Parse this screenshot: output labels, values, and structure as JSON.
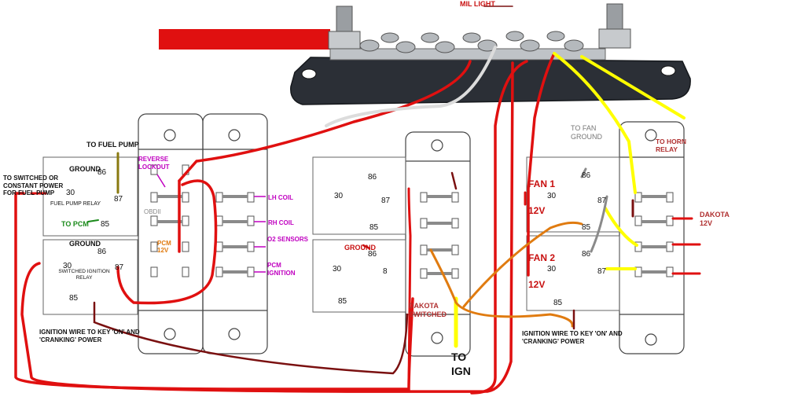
{
  "bus_bar": {
    "label": "MIL LIGHT"
  },
  "left_relays": {
    "to_fuel_pump": "TO FUEL PUMP",
    "fuel_pump_relay": "FUEL PUMP RELAY",
    "switched_ignition_relay": "SWITCHED IGNITION RELAY",
    "ground_1": "GROUND",
    "ground_2": "GROUND",
    "pin_86": "86",
    "pin_86b": "86",
    "pin_30": "30",
    "pin_30b": "30",
    "pin_87": "87",
    "pin_87b": "87",
    "pin_85": "85",
    "pin_85b": "85",
    "to_pcm": "TO PCM",
    "power_note": "TO SWITCHED OR CONSTANT POWER FOR FUEL PUMP",
    "ignition_note": "IGNITION WIRE TO KEY 'ON' AND 'CRANKING' POWER"
  },
  "fuse_block_1": {
    "reverse_lockout": "REVERSE LOCKOUT",
    "obdii": "OBDII",
    "pcm_12v": "PCM 12V",
    "lh_coil": "LH COIL",
    "rh_coil": "RH COIL",
    "o2_sensors": "O2 SENSORS",
    "pcm_ignition": "PCM IGNITION"
  },
  "middle_relays": {
    "pin_86": "86",
    "pin_30": "30",
    "pin_85": "85",
    "pin_87": "87",
    "ground": "GROUND",
    "pin_86b": "86",
    "pin_30b": "30",
    "pin_8": "8",
    "pin_85b": "85",
    "dakota_switched": "DAKOTA SWITCHED",
    "to_ign": "TO IGN"
  },
  "right_relays": {
    "to_fan_ground": "TO FAN GROUND",
    "to_horn_relay": "TO HORN RELAY",
    "fan1": "FAN 1",
    "fan2": "FAN 2",
    "v12a": "12V",
    "v12b": "12V",
    "pin_30": "30",
    "pin_30b": "30",
    "pin_85": "85",
    "pin_85b": "85",
    "pin_86": "86",
    "pin_86b": "86",
    "pin_87": "87",
    "pin_87b": "87",
    "dakota_12v": "DAKOTA 12V",
    "ignition_note": "IGNITION WIRE TO KEY 'ON' AND 'CRANKING' POWER"
  },
  "colors": {
    "red_wire": "#e01010",
    "yellow_wire": "#ffff00",
    "orange_wire": "#e07b10",
    "maroon_wire": "#7a1010",
    "gray_wire": "#8a8a8a",
    "magenta_label": "#c000c0"
  }
}
